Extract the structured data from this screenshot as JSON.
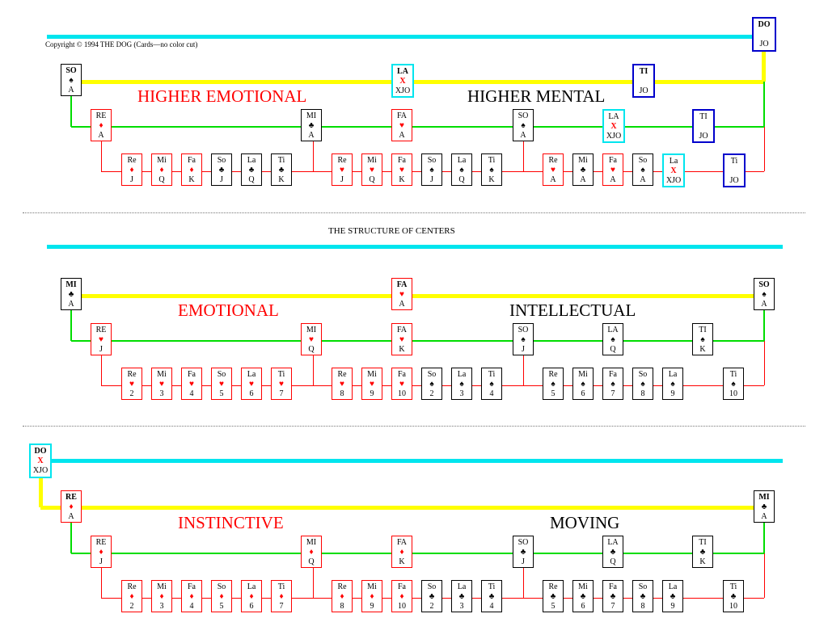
{
  "copyright": "Copyright © 1994 THE DOG (Cards—no color cut)",
  "structure_title": "THE STRUCTURE OF CENTERS",
  "colors": {
    "cyan": "#00e5ee",
    "yellow": "#ffff00",
    "green": "#00dd00",
    "red": "#ff0000",
    "blue": "#0000cc"
  },
  "panels": [
    {
      "labels": [
        {
          "text": "HIGHER EMOTIONAL",
          "color": "red"
        },
        {
          "text": "HIGHER MENTAL",
          "color": "black"
        }
      ],
      "top_card": {
        "name": "DO",
        "suit": "",
        "rank": "JO",
        "border": "blue",
        "bold": true
      },
      "row1": [
        {
          "name": "SO",
          "suit": "♠",
          "rank": "A",
          "border": "black",
          "bold": true
        },
        {
          "name": "LA",
          "suit": "X",
          "rank": "XJO",
          "border": "cyan",
          "bold": true
        },
        {
          "name": "TI",
          "suit": "",
          "rank": "JO",
          "border": "blue",
          "bold": true
        }
      ],
      "row2": [
        {
          "name": "RE",
          "suit": "♦",
          "rank": "A",
          "border": "red"
        },
        {
          "name": "MI",
          "suit": "♣",
          "rank": "A",
          "border": "black"
        },
        {
          "name": "FA",
          "suit": "♥",
          "rank": "A",
          "border": "red"
        },
        {
          "name": "SO",
          "suit": "♠",
          "rank": "A",
          "border": "black"
        },
        {
          "name": "LA",
          "suit": "X",
          "rank": "XJO",
          "border": "cyan"
        },
        {
          "name": "TI",
          "suit": "",
          "rank": "JO",
          "border": "blue"
        }
      ],
      "row3": [
        {
          "name": "Re",
          "suit": "♦",
          "rank": "J",
          "border": "red"
        },
        {
          "name": "Mi",
          "suit": "♦",
          "rank": "Q",
          "border": "red"
        },
        {
          "name": "Fa",
          "suit": "♦",
          "rank": "K",
          "border": "red"
        },
        {
          "name": "So",
          "suit": "♣",
          "rank": "J",
          "border": "black"
        },
        {
          "name": "La",
          "suit": "♣",
          "rank": "Q",
          "border": "black"
        },
        {
          "name": "Ti",
          "suit": "♣",
          "rank": "K",
          "border": "black"
        },
        {
          "name": "Re",
          "suit": "♥",
          "rank": "J",
          "border": "red"
        },
        {
          "name": "Mi",
          "suit": "♥",
          "rank": "Q",
          "border": "red"
        },
        {
          "name": "Fa",
          "suit": "♥",
          "rank": "K",
          "border": "red"
        },
        {
          "name": "So",
          "suit": "♠",
          "rank": "J",
          "border": "black"
        },
        {
          "name": "La",
          "suit": "♠",
          "rank": "Q",
          "border": "black"
        },
        {
          "name": "Ti",
          "suit": "♠",
          "rank": "K",
          "border": "black"
        },
        {
          "name": "Re",
          "suit": "♥",
          "rank": "A",
          "border": "red"
        },
        {
          "name": "Mi",
          "suit": "♣",
          "rank": "A",
          "border": "black"
        },
        {
          "name": "Fa",
          "suit": "♥",
          "rank": "A",
          "border": "red"
        },
        {
          "name": "So",
          "suit": "♠",
          "rank": "A",
          "border": "black"
        },
        {
          "name": "La",
          "suit": "X",
          "rank": "XJO",
          "border": "cyan"
        },
        {
          "name": "Ti",
          "suit": "",
          "rank": "JO",
          "border": "blue"
        }
      ]
    },
    {
      "labels": [
        {
          "text": "EMOTIONAL",
          "color": "red"
        },
        {
          "text": "INTELLECTUAL",
          "color": "black"
        }
      ],
      "top_card": null,
      "row1": [
        {
          "name": "MI",
          "suit": "♣",
          "rank": "A",
          "border": "black",
          "bold": true
        },
        {
          "name": "FA",
          "suit": "♥",
          "rank": "A",
          "border": "red",
          "bold": true
        },
        {
          "name": "SO",
          "suit": "♠",
          "rank": "A",
          "border": "black",
          "bold": true
        }
      ],
      "row2": [
        {
          "name": "RE",
          "suit": "♥",
          "rank": "J",
          "border": "red"
        },
        {
          "name": "MI",
          "suit": "♥",
          "rank": "Q",
          "border": "red"
        },
        {
          "name": "FA",
          "suit": "♥",
          "rank": "K",
          "border": "red"
        },
        {
          "name": "SO",
          "suit": "♠",
          "rank": "J",
          "border": "black"
        },
        {
          "name": "LA",
          "suit": "♠",
          "rank": "Q",
          "border": "black"
        },
        {
          "name": "TI",
          "suit": "♠",
          "rank": "K",
          "border": "black"
        }
      ],
      "row3": [
        {
          "name": "Re",
          "suit": "♥",
          "rank": "2",
          "border": "red"
        },
        {
          "name": "Mi",
          "suit": "♥",
          "rank": "3",
          "border": "red"
        },
        {
          "name": "Fa",
          "suit": "♥",
          "rank": "4",
          "border": "red"
        },
        {
          "name": "So",
          "suit": "♥",
          "rank": "5",
          "border": "red"
        },
        {
          "name": "La",
          "suit": "♥",
          "rank": "6",
          "border": "red"
        },
        {
          "name": "Ti",
          "suit": "♥",
          "rank": "7",
          "border": "red"
        },
        {
          "name": "Re",
          "suit": "♥",
          "rank": "8",
          "border": "red"
        },
        {
          "name": "Mi",
          "suit": "♥",
          "rank": "9",
          "border": "red"
        },
        {
          "name": "Fa",
          "suit": "♥",
          "rank": "10",
          "border": "red"
        },
        {
          "name": "So",
          "suit": "♠",
          "rank": "2",
          "border": "black"
        },
        {
          "name": "La",
          "suit": "♠",
          "rank": "3",
          "border": "black"
        },
        {
          "name": "Ti",
          "suit": "♠",
          "rank": "4",
          "border": "black"
        },
        {
          "name": "Re",
          "suit": "♠",
          "rank": "5",
          "border": "black"
        },
        {
          "name": "Mi",
          "suit": "♠",
          "rank": "6",
          "border": "black"
        },
        {
          "name": "Fa",
          "suit": "♠",
          "rank": "7",
          "border": "black"
        },
        {
          "name": "So",
          "suit": "♠",
          "rank": "8",
          "border": "black"
        },
        {
          "name": "La",
          "suit": "♠",
          "rank": "9",
          "border": "black"
        },
        {
          "name": "Ti",
          "suit": "♠",
          "rank": "10",
          "border": "black"
        }
      ]
    },
    {
      "labels": [
        {
          "text": "INSTINCTIVE",
          "color": "red"
        },
        {
          "text": "MOVING",
          "color": "black"
        }
      ],
      "top_card": {
        "name": "DO",
        "suit": "X",
        "rank": "XJO",
        "border": "cyan",
        "bold": true
      },
      "row1": [
        {
          "name": "RE",
          "suit": "♦",
          "rank": "A",
          "border": "red",
          "bold": true
        },
        {
          "name": "MI",
          "suit": "♣",
          "rank": "A",
          "border": "black",
          "bold": true
        }
      ],
      "row2": [
        {
          "name": "RE",
          "suit": "♦",
          "rank": "J",
          "border": "red"
        },
        {
          "name": "MI",
          "suit": "♦",
          "rank": "Q",
          "border": "red"
        },
        {
          "name": "FA",
          "suit": "♦",
          "rank": "K",
          "border": "red"
        },
        {
          "name": "SO",
          "suit": "♣",
          "rank": "J",
          "border": "black"
        },
        {
          "name": "LA",
          "suit": "♣",
          "rank": "Q",
          "border": "black"
        },
        {
          "name": "TI",
          "suit": "♣",
          "rank": "K",
          "border": "black"
        }
      ],
      "row3": [
        {
          "name": "Re",
          "suit": "♦",
          "rank": "2",
          "border": "red"
        },
        {
          "name": "Mi",
          "suit": "♦",
          "rank": "3",
          "border": "red"
        },
        {
          "name": "Fa",
          "suit": "♦",
          "rank": "4",
          "border": "red"
        },
        {
          "name": "So",
          "suit": "♦",
          "rank": "5",
          "border": "red"
        },
        {
          "name": "La",
          "suit": "♦",
          "rank": "6",
          "border": "red"
        },
        {
          "name": "Ti",
          "suit": "♦",
          "rank": "7",
          "border": "red"
        },
        {
          "name": "Re",
          "suit": "♦",
          "rank": "8",
          "border": "red"
        },
        {
          "name": "Mi",
          "suit": "♦",
          "rank": "9",
          "border": "red"
        },
        {
          "name": "Fa",
          "suit": "♦",
          "rank": "10",
          "border": "red"
        },
        {
          "name": "So",
          "suit": "♣",
          "rank": "2",
          "border": "black"
        },
        {
          "name": "La",
          "suit": "♣",
          "rank": "3",
          "border": "black"
        },
        {
          "name": "Ti",
          "suit": "♣",
          "rank": "4",
          "border": "black"
        },
        {
          "name": "Re",
          "suit": "♣",
          "rank": "5",
          "border": "black"
        },
        {
          "name": "Mi",
          "suit": "♣",
          "rank": "6",
          "border": "black"
        },
        {
          "name": "Fa",
          "suit": "♣",
          "rank": "7",
          "border": "black"
        },
        {
          "name": "So",
          "suit": "♣",
          "rank": "8",
          "border": "black"
        },
        {
          "name": "La",
          "suit": "♣",
          "rank": "9",
          "border": "black"
        },
        {
          "name": "Ti",
          "suit": "♣",
          "rank": "10",
          "border": "black"
        }
      ]
    }
  ]
}
